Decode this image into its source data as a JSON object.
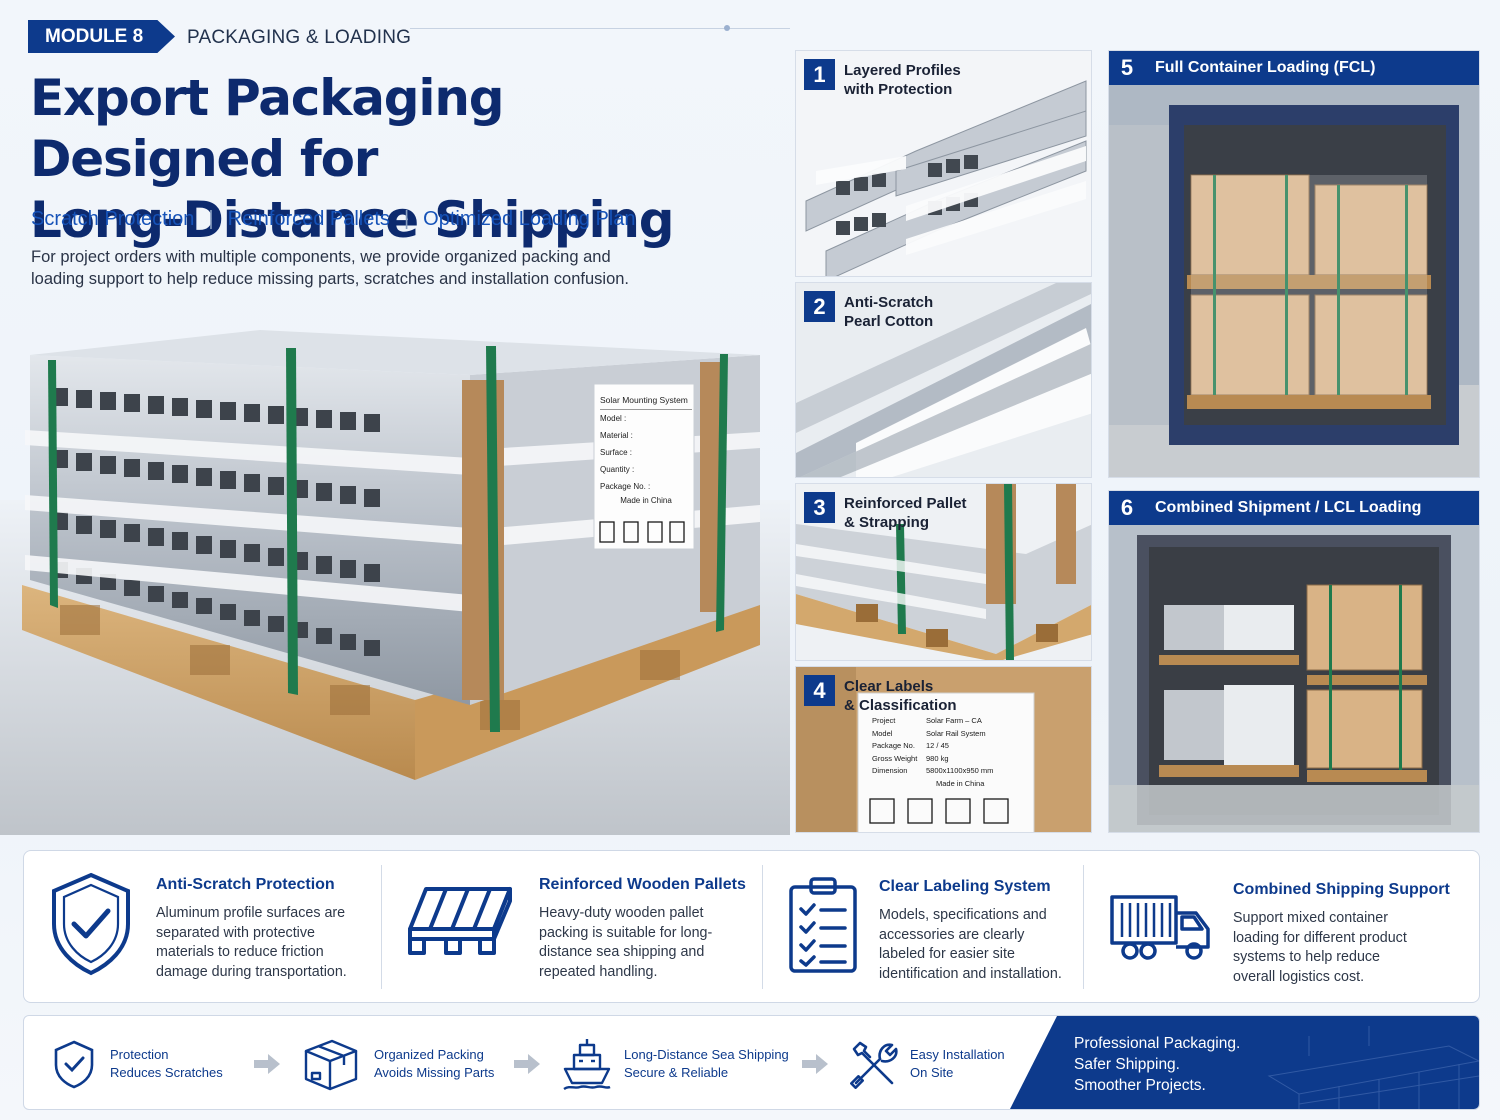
{
  "header": {
    "module_label": "MODULE 8",
    "section_label": "PACKAGING & LOADING",
    "title_line1": "Export Packaging Designed for",
    "title_line2": "Long-Distance Shipping",
    "subtitles": [
      "Scratch Protection",
      "Reinforced Pallets",
      "Optimized Loading Plan"
    ],
    "intro_line1": "For project orders with multiple components, we provide organized packing and",
    "intro_line2": "loading support to help reduce missing parts, scratches and installation confusion."
  },
  "hero_label": {
    "title": "Solar Mounting System",
    "rows": [
      "Model :",
      "Material :",
      "Surface :",
      "Quantity :",
      "Package No. :"
    ],
    "origin": "Made in China"
  },
  "steps": [
    {
      "num": "1",
      "line1": "Layered Profiles",
      "line2": "with Protection"
    },
    {
      "num": "2",
      "line1": "Anti-Scratch",
      "line2": "Pearl Cotton"
    },
    {
      "num": "3",
      "line1": "Reinforced Pallet",
      "line2": "& Strapping"
    },
    {
      "num": "4",
      "line1": "Clear Labels",
      "line2": "& Classification"
    }
  ],
  "label_card": {
    "rows": [
      {
        "k": "Project",
        "v": "Solar Farm – CA"
      },
      {
        "k": "Model",
        "v": "Solar Rail System"
      },
      {
        "k": "Package No.",
        "v": "12 / 45"
      },
      {
        "k": "Gross Weight",
        "v": "980 kg"
      },
      {
        "k": "Dimension",
        "v": "5800x1100x950 mm"
      }
    ],
    "origin": "Made in China"
  },
  "big_steps": [
    {
      "num": "5",
      "title": "Full Container Loading (FCL)"
    },
    {
      "num": "6",
      "title": "Combined Shipment / LCL Loading"
    }
  ],
  "features": [
    {
      "icon": "shield-check-icon",
      "title": "Anti-Scratch Protection",
      "lines": [
        "Aluminum profile surfaces are",
        "separated with protective",
        "materials to reduce friction",
        "damage during transportation."
      ]
    },
    {
      "icon": "pallet-icon",
      "title": "Reinforced Wooden Pallets",
      "lines": [
        "Heavy-duty wooden pallet",
        "packing is suitable for long-",
        "distance sea shipping and",
        "repeated handling."
      ]
    },
    {
      "icon": "clipboard-checklist-icon",
      "title": "Clear Labeling System",
      "lines": [
        "Models, specifications and",
        "accessories are clearly",
        "labeled for easier site",
        "identification and installation."
      ]
    },
    {
      "icon": "truck-icon",
      "title": "Combined Shipping Support",
      "lines": [
        "Support mixed container",
        "loading for different product",
        "systems to help reduce",
        "overall logistics cost."
      ]
    }
  ],
  "flow": [
    {
      "icon": "shield-icon",
      "line1": "Protection",
      "line2": "Reduces Scratches"
    },
    {
      "icon": "box-icon",
      "line1": "Organized Packing",
      "line2": "Avoids Missing Parts"
    },
    {
      "icon": "ship-icon",
      "line1": "Long-Distance Sea Shipping",
      "line2": "Secure & Reliable"
    },
    {
      "icon": "tools-icon",
      "line1": "Easy Installation",
      "line2": "On Site"
    }
  ],
  "slogan": [
    "Professional Packaging.",
    "Safer Shipping.",
    "Smoother Projects."
  ],
  "colors": {
    "brand": "#0d3a8c",
    "accent": "#1552b8",
    "strap": "#1f7a4d",
    "wood": "#c89a5c"
  }
}
